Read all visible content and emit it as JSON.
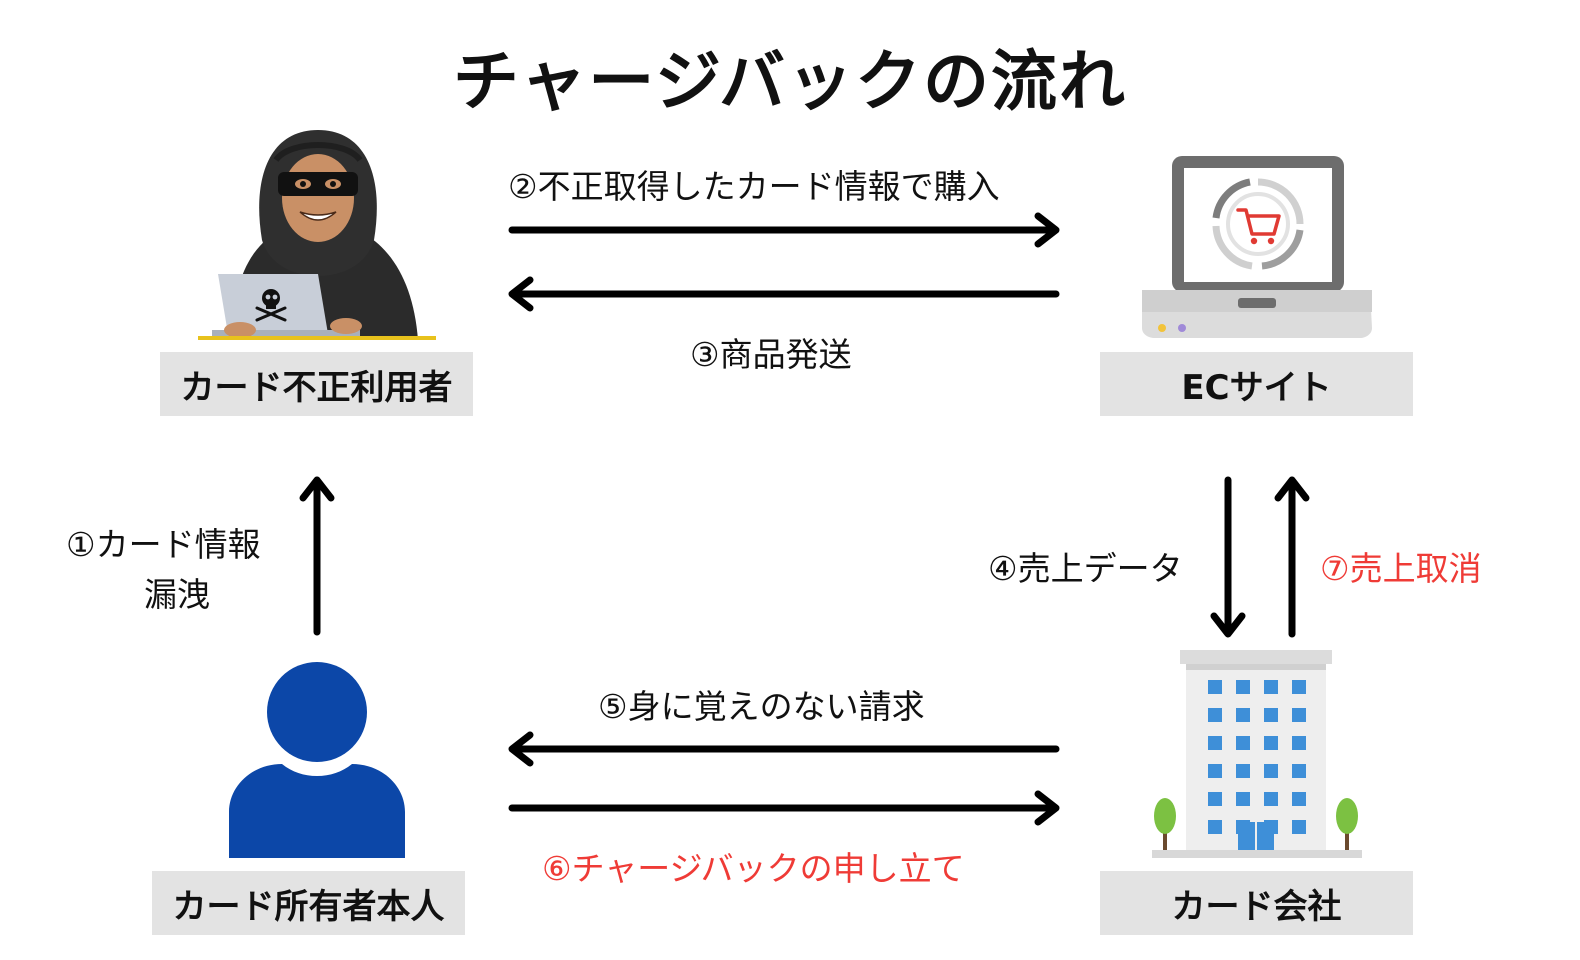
{
  "title": "チャージバックの流れ",
  "nodes": {
    "fraudster": "カード不正利用者",
    "ec_site": "ECサイト",
    "card_owner": "カード所有者本人",
    "card_company": "カード会社"
  },
  "steps": {
    "s1_line1": "①カード情報",
    "s1_line2": "漏洩",
    "s2": "②不正取得したカード情報で購入",
    "s3": "③商品発送",
    "s4": "④売上データ",
    "s5": "⑤身に覚えのない請求",
    "s6": "⑥チャージバックの申し立て",
    "s7": "⑦売上取消"
  },
  "colors": {
    "accent_red": "#ef3b36",
    "owner_blue": "#0c47a8",
    "label_bg": "#e3e3e3"
  },
  "icons": {
    "fraudster": "hacker-with-laptop-icon",
    "ec_site": "laptop-shopping-cart-icon",
    "card_owner": "person-icon",
    "card_company": "office-building-icon"
  }
}
